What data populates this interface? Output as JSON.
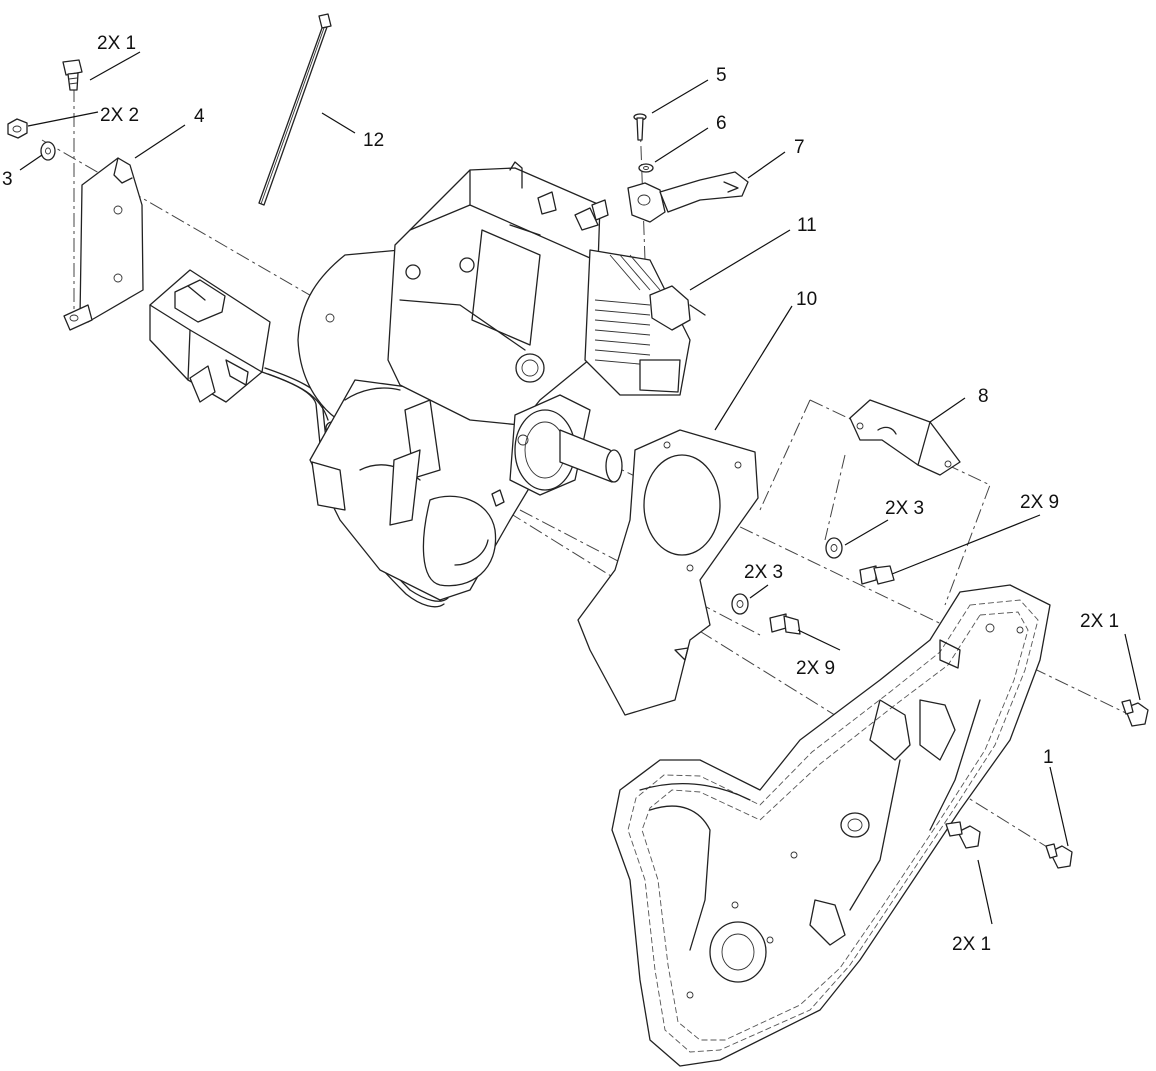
{
  "callouts": {
    "c1": "2X  1",
    "c2": "2X  2",
    "c3": "3",
    "c4": "4",
    "c5": "5",
    "c6": "6",
    "c7": "7",
    "c8": "8",
    "c9a": "2X  3",
    "c9b": "2X  9",
    "c10": "10",
    "c11": "11",
    "c12": "12",
    "c13a": "2X  3",
    "c13b": "2X  9",
    "c14": "2X 1",
    "c15": "1",
    "c16": "2X  1"
  }
}
